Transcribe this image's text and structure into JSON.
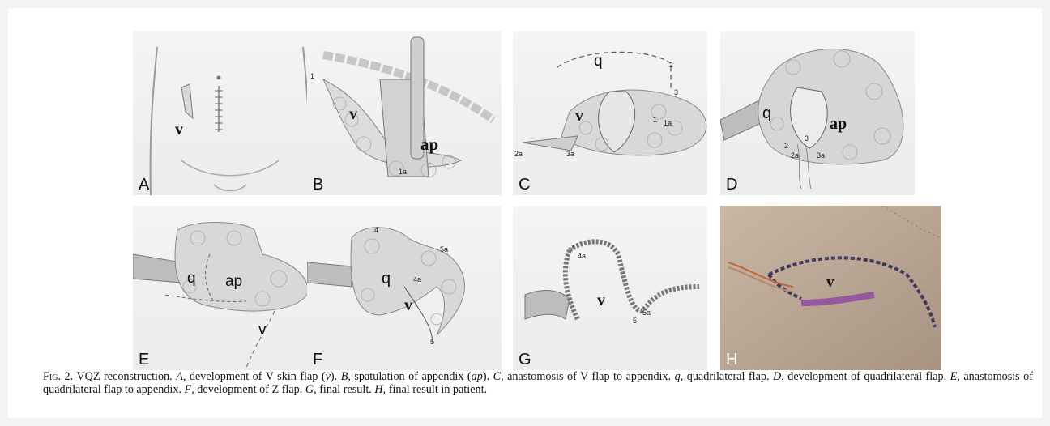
{
  "figure": {
    "panels": [
      {
        "letter": "A",
        "labels": {
          "v": "v"
        }
      },
      {
        "letter": "B",
        "labels": {
          "v": "v",
          "ap": "ap"
        },
        "marks": [
          "1",
          "1a"
        ]
      },
      {
        "letter": "C",
        "labels": {
          "q": "q",
          "v": "v"
        },
        "marks": [
          "2",
          "3",
          "2a",
          "3a",
          "1",
          "1a"
        ]
      },
      {
        "letter": "D",
        "labels": {
          "q": "q",
          "ap": "ap"
        },
        "marks": [
          "2",
          "3",
          "2a",
          "3a"
        ]
      },
      {
        "letter": "E",
        "labels": {
          "q": "q",
          "ap": "ap",
          "v": "v"
        }
      },
      {
        "letter": "F",
        "labels": {
          "q": "q",
          "v": "v"
        },
        "marks": [
          "4",
          "5a",
          "4a",
          "5"
        ]
      },
      {
        "letter": "G",
        "labels": {
          "v": "v"
        },
        "marks": [
          "4",
          "4a",
          "5",
          "5a"
        ]
      },
      {
        "letter": "H",
        "labels": {
          "v": "v"
        }
      }
    ]
  },
  "caption": {
    "fig_label": "Fig. 2.",
    "segments": [
      {
        "t": " VQZ reconstruction. ",
        "i": false
      },
      {
        "t": "A",
        "i": true
      },
      {
        "t": ", development of V skin flap (",
        "i": false
      },
      {
        "t": "v",
        "i": true
      },
      {
        "t": "). ",
        "i": false
      },
      {
        "t": "B",
        "i": true
      },
      {
        "t": ", spatulation of appendix (",
        "i": false
      },
      {
        "t": "ap",
        "i": true
      },
      {
        "t": "). ",
        "i": false
      },
      {
        "t": "C",
        "i": true
      },
      {
        "t": ", anastomosis of V flap to appendix. ",
        "i": false
      },
      {
        "t": "q",
        "i": true
      },
      {
        "t": ", quadrilateral flap. ",
        "i": false
      },
      {
        "t": "D",
        "i": true
      },
      {
        "t": ", development of quadrilateral flap. ",
        "i": false
      },
      {
        "t": "E",
        "i": true
      },
      {
        "t": ", anastomosis of quadrilateral flap to appendix. ",
        "i": false
      },
      {
        "t": "F",
        "i": true
      },
      {
        "t": ", development of Z flap. ",
        "i": false
      },
      {
        "t": "G",
        "i": true
      },
      {
        "t": ", final result. ",
        "i": false
      },
      {
        "t": "H",
        "i": true
      },
      {
        "t": ", final result in patient.",
        "i": false
      }
    ]
  }
}
